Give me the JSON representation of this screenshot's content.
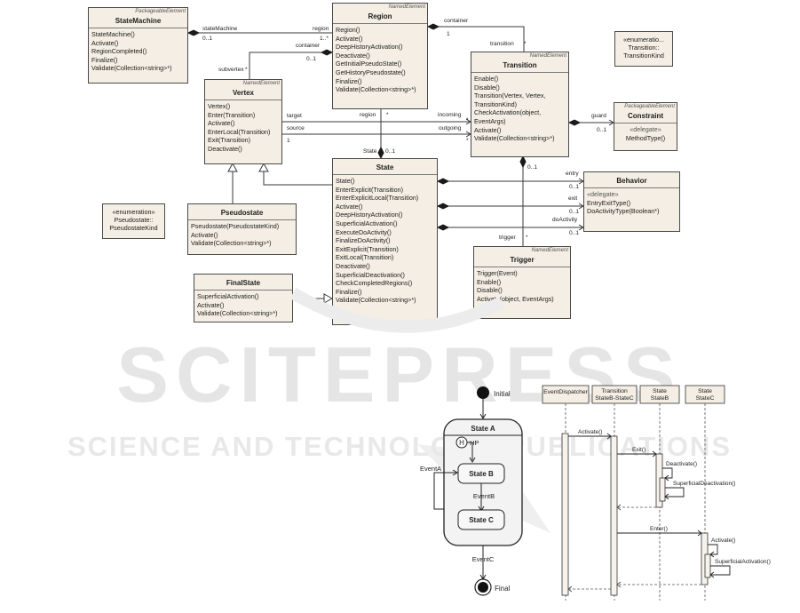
{
  "class_diagram": {
    "classes": {
      "state_machine": {
        "stereotype": "PackageableElement",
        "name": "StateMachine",
        "ops": [
          "StateMachine()",
          "Activate()",
          "RegionCompleted()",
          "Finalize()",
          "Validate(Collection<string>*)"
        ]
      },
      "region": {
        "stereotype": "NamedElement",
        "name": "Region",
        "ops": [
          "Region()",
          "Activate()",
          "DeepHistoryActivation()",
          "Deactivate()",
          "GetInitialPseudoState()",
          "GetHistoryPseudostate()",
          "Finalize()",
          "Validate(Collection<string>*)"
        ]
      },
      "transition_kind": {
        "lines": [
          "«enumeratio...",
          "Transition::",
          "TransitionKind"
        ]
      },
      "vertex": {
        "stereotype": "NamedElement",
        "name": "Vertex",
        "ops": [
          "Vertex()",
          "Enter(Transition)",
          "Activate()",
          "EnterLocal(Transition)",
          "Exit(Transition)",
          "Deactivate()"
        ]
      },
      "transition": {
        "stereotype": "NamedElement",
        "name": "Transition",
        "ops": [
          "Enable()",
          "Disable()",
          "Transition(Vertex, Vertex,",
          "TransitionKind)",
          "CheckActivation(object,",
          "EventArgs)",
          "Activate()",
          "Validate(Collection<string>*)"
        ]
      },
      "constraint": {
        "stereotype": "PackageableElement",
        "name": "Constraint",
        "ops": [
          "«delegate»",
          "MethodType()"
        ]
      },
      "state": {
        "name": "State",
        "ops": [
          "State()",
          "EnterExplicit(Transition)",
          "EnterExplicitLocal(Transition)",
          "Activate()",
          "DeepHistoryActivation()",
          "SuperficialActivation()",
          "ExecuteDoActivity()",
          "FinalizeDoActivity()",
          "ExitExplicit(Transition)",
          "ExitLocal(Transition)",
          "Deactivate()",
          "SuperficialDeactivation()",
          "CheckCompletedRegions()",
          "Finalize()",
          "Validate(Collection<string>*)"
        ]
      },
      "behavior": {
        "name": "Behavior",
        "ops": [
          "«delegate»",
          "EntryExitType()",
          "DoActivityType(Boolean*)"
        ]
      },
      "pseudostate_kind": {
        "lines": [
          "«enumeration»",
          "Pseudostate::",
          "PseudostateKind"
        ]
      },
      "pseudostate": {
        "name": "Pseudostate",
        "ops": [
          "Pseudostate(PseudostateKind)",
          "Activate()",
          "Validate(Collection<string>*)"
        ]
      },
      "trigger": {
        "stereotype": "NamedElement",
        "name": "Trigger",
        "ops": [
          "Trigger(Event)",
          "Enable()",
          "Disable()",
          "Activate(object, EventArgs)"
        ]
      },
      "final_state": {
        "name": "FinalState",
        "ops": [
          "SuperficialActivation()",
          "Activate()",
          "Validate(Collection<string>*)"
        ]
      }
    },
    "labels": {
      "sm_state_machine": "stateMachine",
      "sm_mult": "0..1",
      "sm_region": "region",
      "sm_region_mult": "1..*",
      "reg_container": "container",
      "reg_container_mult": "1",
      "tr_transition": "transition",
      "tr_transition_mult": "*",
      "vx_container": "container",
      "vx_container_mult": "0..1",
      "vx_subvertex": "subvertex",
      "vx_subvertex_mult": "*",
      "target": "target",
      "source": "source",
      "one_a": "1",
      "one_b": "1",
      "region_lbl": "region",
      "region_mult": "*",
      "incoming": "incoming",
      "incoming_mult": "*",
      "outgoing": "outgoing",
      "outgoing_mult": "*",
      "guard": "guard",
      "guard_mult": "0..1",
      "state_lbl": "State",
      "state_mult": "0..1",
      "entry": "entry",
      "entry_mult": "0..1",
      "exit": "exit",
      "exit_mult": "0..1",
      "do_activity": "doActivity",
      "do_activity_mult": "0..1",
      "trigger_lbl": "trigger",
      "trigger_mult": "*",
      "trig_src_mult": "0..1"
    }
  },
  "watermark": {
    "main": "SCITEPRESS",
    "sub": "SCIENCE AND TECHNOLOGY PUBLICATIONS"
  },
  "state_diagram": {
    "initial": "Initial",
    "state_a": "State A",
    "history": "H",
    "hp": "HP",
    "state_b": "State B",
    "state_c": "State C",
    "event_a": "EventA",
    "event_b": "EventB",
    "event_c": "EventC",
    "final": "Final"
  },
  "sequence_diagram": {
    "lifelines": [
      {
        "line1": "EventDispatcher",
        "line2": ""
      },
      {
        "line1": "Transition",
        "line2": "StateB-StateC"
      },
      {
        "line1": "State",
        "line2": "StateB"
      },
      {
        "line1": "State",
        "line2": "StateC"
      }
    ],
    "messages": [
      "Activate()",
      "Exit()",
      "Deactivate()",
      "SuperficialDeactivation()",
      "Enter()",
      "Activate()",
      "SuperficialActivation()"
    ]
  }
}
